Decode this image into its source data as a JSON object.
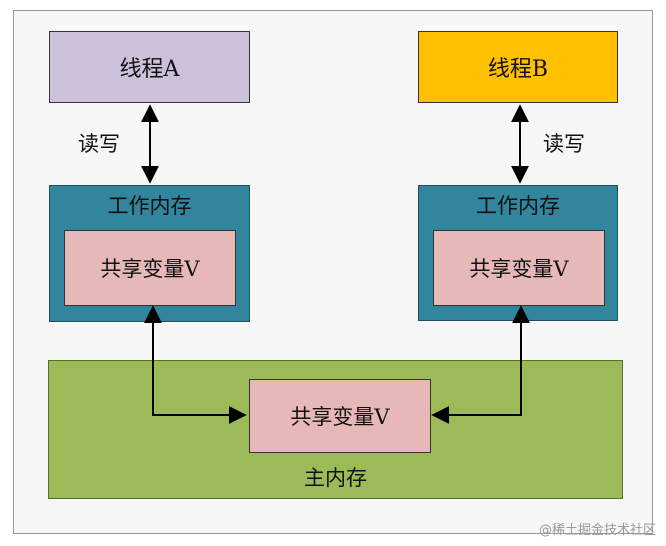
{
  "thread_a": {
    "label": "线程A",
    "color": "#ccc0da"
  },
  "thread_b": {
    "label": "线程B",
    "color": "#ffc000"
  },
  "read_write_label": "读写",
  "working_memory": {
    "title": "工作内存",
    "color": "#31859c",
    "shared_var": "共享变量V",
    "shared_color": "#e6b9b8"
  },
  "main_memory": {
    "title": "主内存",
    "color": "#9bbb59",
    "shared_var": "共享变量V"
  },
  "watermark": "@稀土掘金技术社区"
}
